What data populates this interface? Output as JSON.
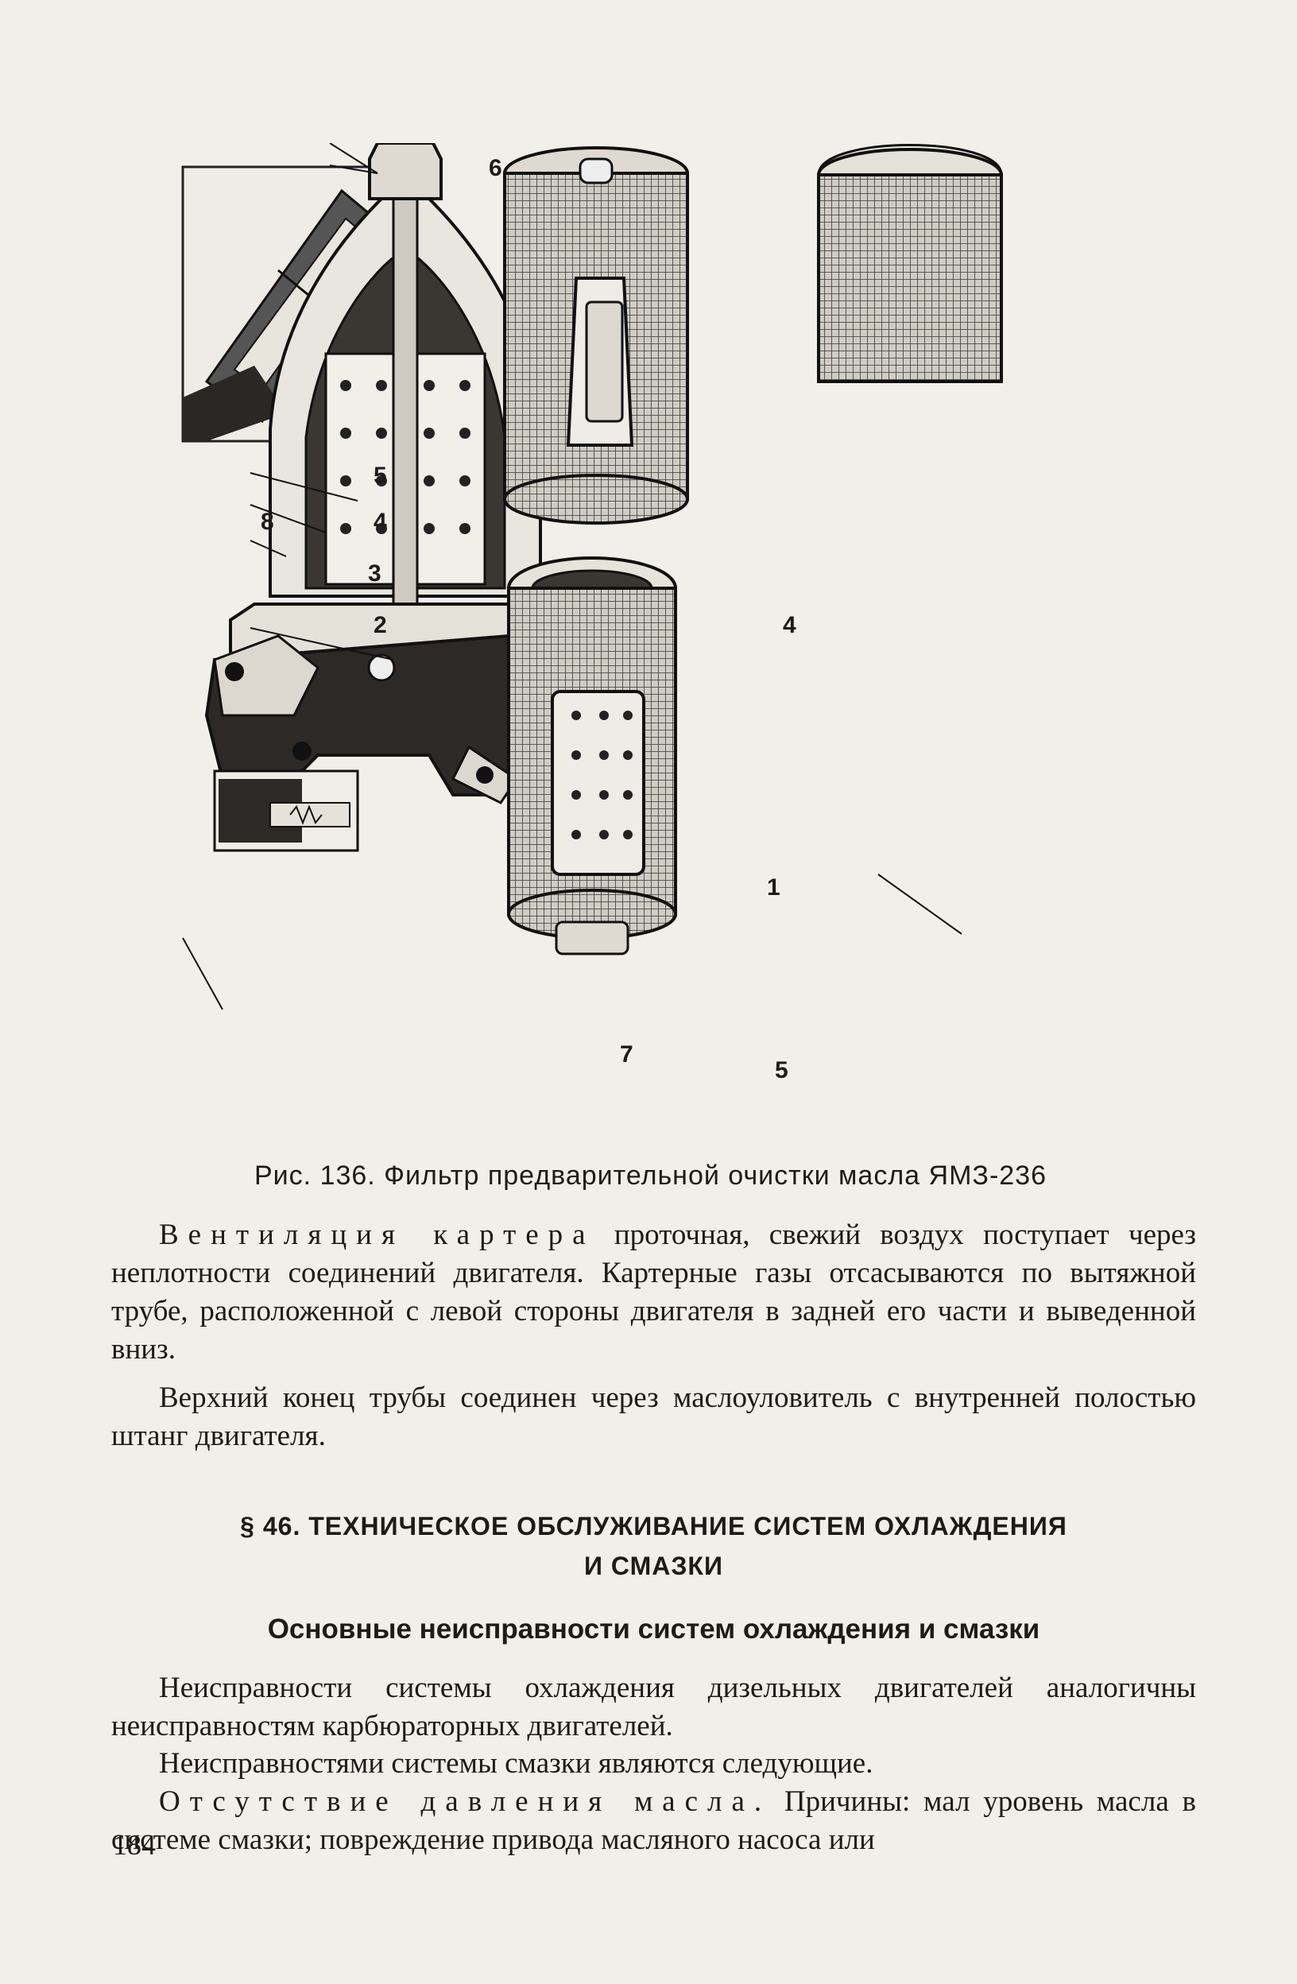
{
  "figure": {
    "callouts": [
      "1",
      "2",
      "3",
      "4",
      "4",
      "5",
      "5",
      "6",
      "7",
      "8"
    ],
    "caption": "Рис. 136. Фильтр предварительной очистки масла ЯМЗ-236"
  },
  "text": {
    "p1_spaced": "Вентиляция картера",
    "p1_rest": " проточная, свежий воздух поступает через неплотности соединений двигателя. Картерные газы отсасываются по вытяжной трубе, расположенной с левой стороны двигателя в задней его части и выведенной вниз.",
    "p2": "Верхний конец трубы соединен через маслоуловитель с внутренней полостью штанг двигателя.",
    "section_title_line1": "§ 46. ТЕХНИЧЕСКОЕ ОБСЛУЖИВАНИЕ СИСТЕМ ОХЛАЖДЕНИЯ",
    "section_title_line2": "И СМАЗКИ",
    "subsection_title": "Основные неисправности систем охлаждения и смазки",
    "p3": "Неисправности системы охлаждения дизельных двигателей аналогичны неисправностям карбюраторных двигателей.",
    "p4": "Неисправностями системы смазки являются следующие.",
    "p5_spaced": "Отсутствие давления масла.",
    "p5_rest": " Причины: мал уровень масла в системе смазки; повреждение привода масляного насоса или"
  },
  "page_number": "184"
}
